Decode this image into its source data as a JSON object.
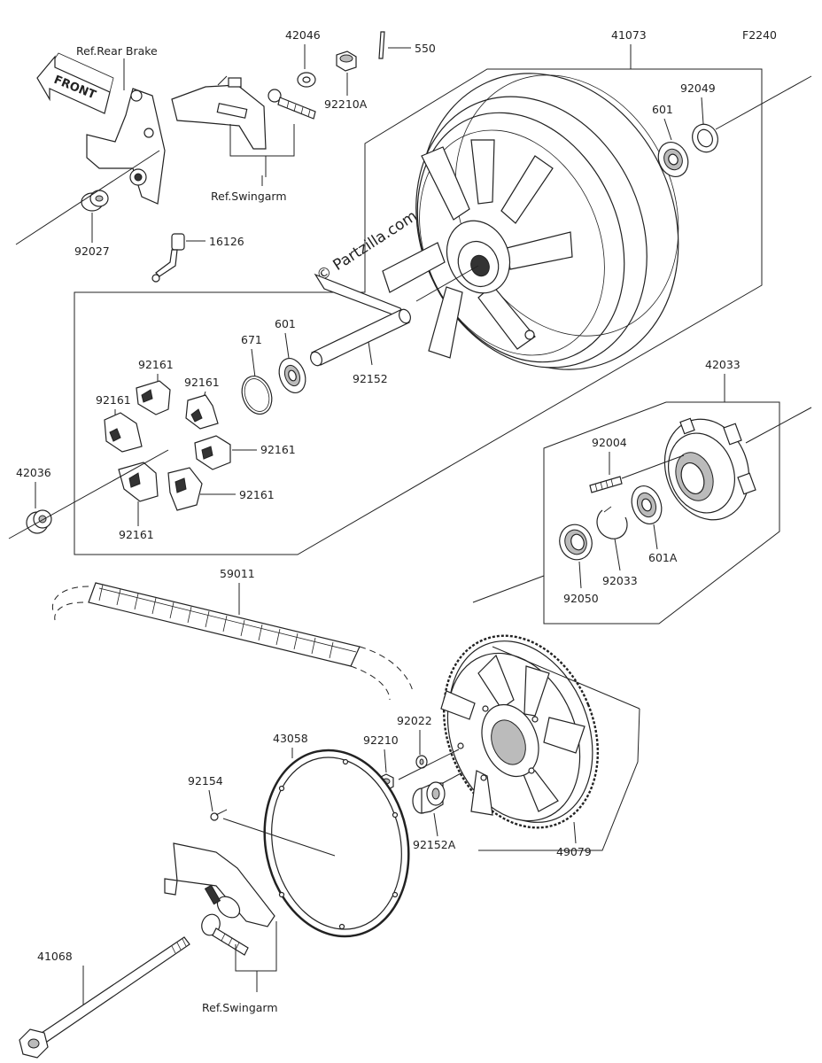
{
  "diagram_code": "F2240",
  "watermark": "© Partzilla.com",
  "front_arrow_label": "FRONT",
  "labels": {
    "ref_rear_brake": "Ref.Rear Brake",
    "ref_swingarm_top": "Ref.Swingarm",
    "ref_swingarm_bottom": "Ref.Swingarm",
    "p42046": "42046",
    "p550": "550",
    "p92210A": "92210A",
    "p41073": "41073",
    "p601_top": "601",
    "p92049": "92049",
    "p92027": "92027",
    "p16126": "16126",
    "p92161_a": "92161",
    "p92161_b": "92161",
    "p92161_c": "92161",
    "p92161_d": "92161",
    "p92161_e": "92161",
    "p92161_f": "92161",
    "p671": "671",
    "p601_mid": "601",
    "p92152": "92152",
    "p42033": "42033",
    "p42036": "42036",
    "p92004": "92004",
    "p601A": "601A",
    "p92033": "92033",
    "p92050": "92050",
    "p59011": "59011",
    "p43058": "43058",
    "p92022": "92022",
    "p92210": "92210",
    "p92154": "92154",
    "p92152A": "92152A",
    "p49079": "49079",
    "p41068": "41068"
  }
}
